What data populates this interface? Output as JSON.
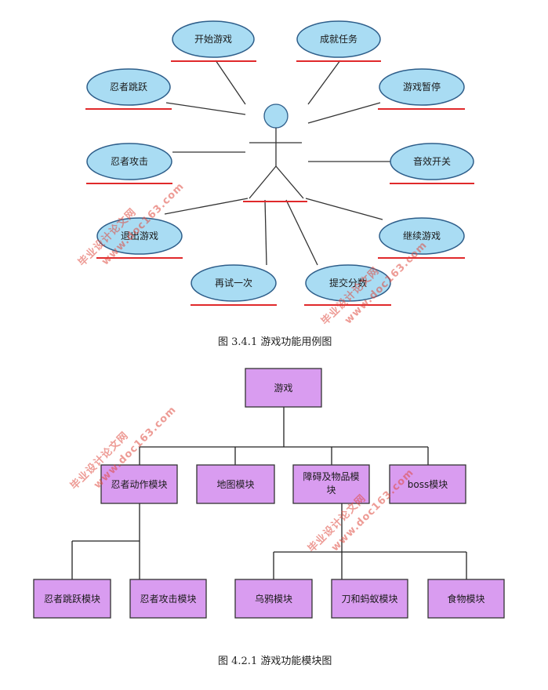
{
  "use_case_diagram": {
    "caption": "图 3.4.1 游戏功能用例图",
    "use_cases": {
      "start_game": "开始游戏",
      "achievement": "成就任务",
      "ninja_jump": "忍者跳跃",
      "pause_game": "游戏暂停",
      "ninja_attack": "忍者攻击",
      "sound_toggle": "音效开关",
      "exit_game": "退出游戏",
      "continue_game": "继续游戏",
      "retry": "再试一次",
      "submit_score": "提交分数"
    },
    "colors": {
      "ellipse_fill": "#a9dcf3",
      "ellipse_stroke": "#2e5e8a",
      "underline": "#e0292b",
      "line": "#333333"
    }
  },
  "module_diagram": {
    "caption": "图 4.2.1 游戏功能模块图",
    "root": "游戏",
    "level1": {
      "ninja_action": "忍者动作模块",
      "map": "地图模块",
      "obstacle": "障碍及物品模块",
      "boss": "boss模块"
    },
    "level2": {
      "ninja_jump": "忍者跳跃模块",
      "ninja_attack": "忍者攻击模块",
      "crow": "乌鸦模块",
      "knife_ant": "刀和蚂蚁模块",
      "food": "食物模块"
    },
    "colors": {
      "box_fill": "#d99cf0",
      "box_stroke": "#333333",
      "line": "#222222"
    }
  },
  "watermark": {
    "cn": "毕业设计论文网",
    "url": "www.doc163.com",
    "color": "#e04a3f"
  }
}
